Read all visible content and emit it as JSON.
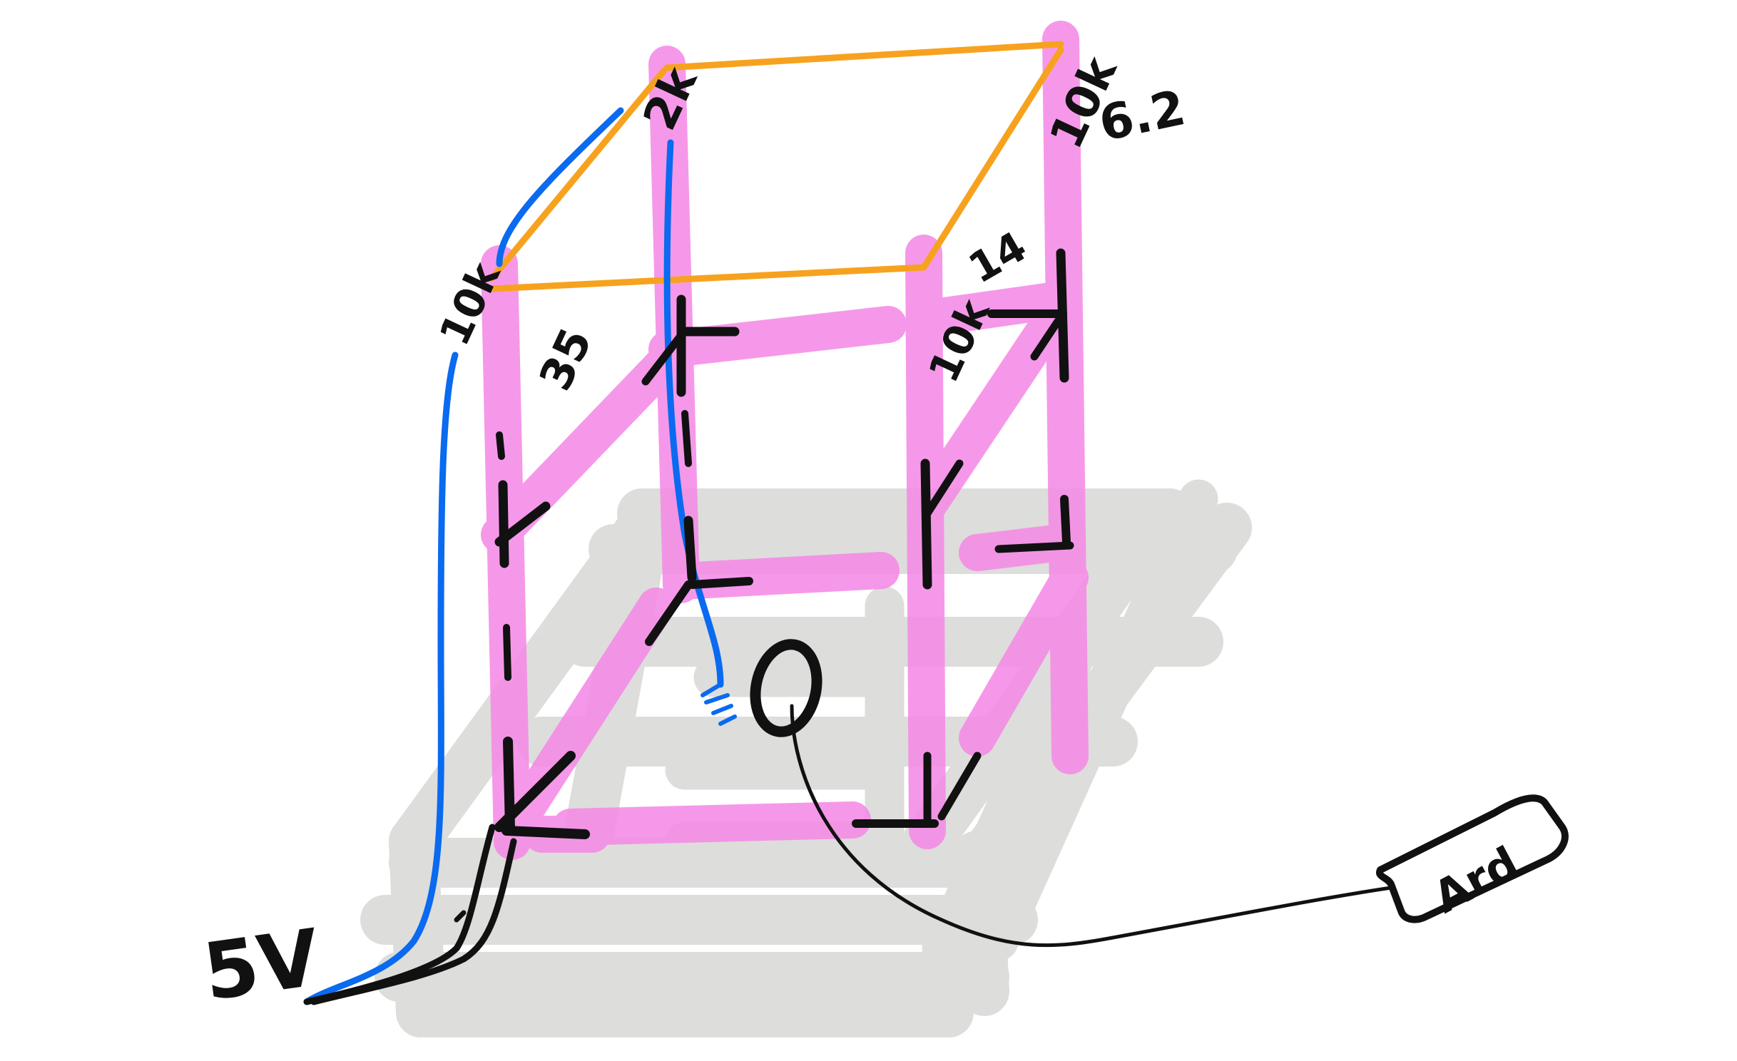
{
  "labels": {
    "top_left_back": "2k",
    "top_right_back": "10k",
    "top_right_back_value": "6.2",
    "front_left": "10k",
    "front_left_value": "35",
    "front_right": "10k",
    "front_right_value": "14",
    "supply": "5V",
    "arduino": "Ard"
  },
  "colors": {
    "frame": "#f58ae6",
    "shadow": "#dcdcda",
    "top_wire": "#f7a21f",
    "sense_wire": "#0a6af0",
    "ink": "#111111"
  },
  "icons": {
    "sensor": "circle-sensor-icon",
    "arduino": "arduino-box-icon"
  }
}
